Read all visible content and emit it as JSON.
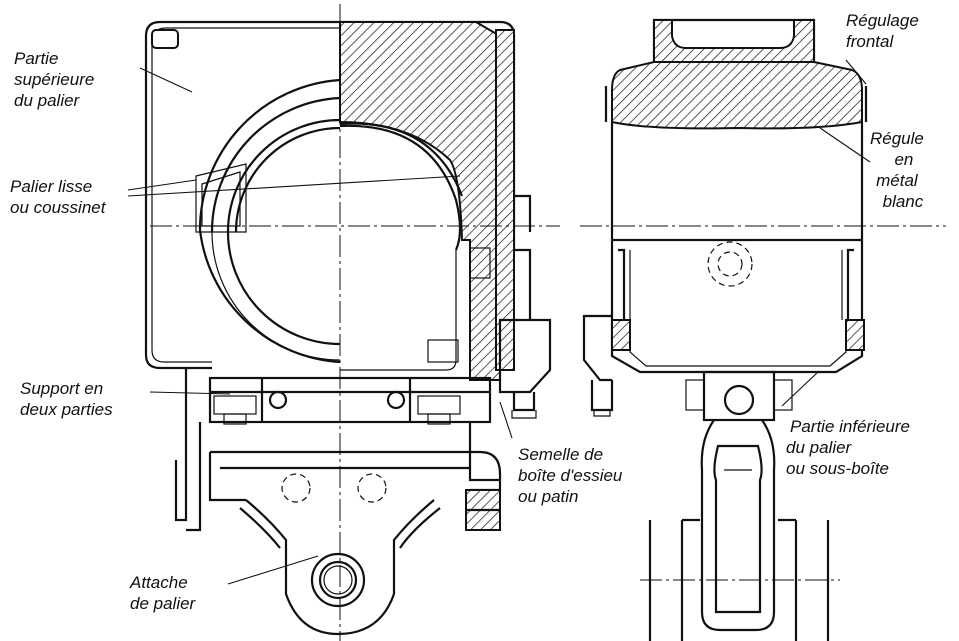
{
  "labels": {
    "partie_superieure": [
      "Partie",
      "supérieure",
      "du palier"
    ],
    "palier_lisse": [
      "Palier lisse",
      "ou coussinet"
    ],
    "support": [
      "Support en",
      "deux parties"
    ],
    "attache": [
      "Attache",
      "de palier"
    ],
    "semelle": [
      "Semelle de",
      "boîte d'essieu",
      "ou patin"
    ],
    "reglage_frontal": [
      "Régulage",
      "frontal"
    ],
    "regule": [
      "Régule",
      "en",
      "métal",
      "blanc"
    ],
    "partie_inferieure": [
      "Partie inférieure",
      "du palier",
      "ou sous-boîte"
    ]
  }
}
